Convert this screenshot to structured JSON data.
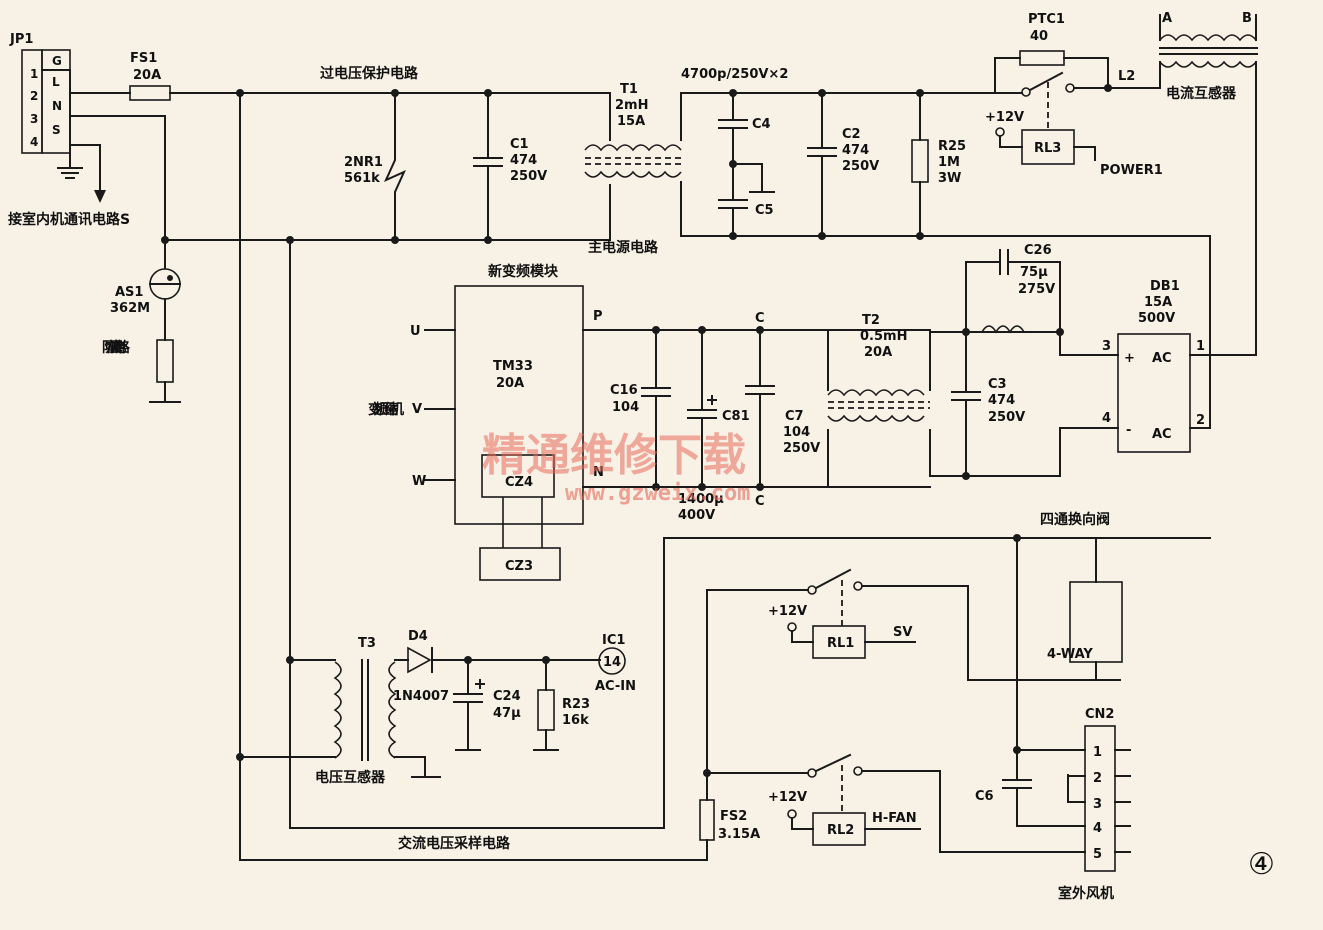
{
  "connector": {
    "ref": "JP1",
    "pins": [
      "1",
      "2",
      "3",
      "4"
    ],
    "pin_names": [
      "G",
      "L",
      "N",
      "S"
    ]
  },
  "fuse1": {
    "ref": "FS1",
    "value": "20A"
  },
  "section_labels": {
    "overvoltage": "过电压保护电路",
    "indoor_comm": "接室内机通讯电路S",
    "main_power": "主电源电路",
    "lightning": "防雷击电路",
    "new_module": "新变频模块",
    "compressor": "变频压缩机",
    "voltage_transformer": "电压互感器",
    "ac_sampling": "交流电压采样电路",
    "current_transformer": "电流互感器",
    "four_way_valve": "四通换向阀",
    "outdoor_fan": "室外风机"
  },
  "components": {
    "nr1": {
      "ref": "2NR1",
      "value": "561k"
    },
    "c1": {
      "ref": "C1",
      "v1": "474",
      "v2": "250V"
    },
    "t1": {
      "ref": "T1",
      "v1": "2mH",
      "v2": "15A"
    },
    "cap_pair": "4700p/250V×2",
    "c4": "C4",
    "c5": "C5",
    "c2": {
      "ref": "C2",
      "v1": "474",
      "v2": "250V"
    },
    "r25": {
      "ref": "R25",
      "v1": "1M",
      "v2": "3W"
    },
    "ptc1": {
      "ref": "PTC1",
      "value": "40"
    },
    "l2": "L2",
    "ct_a": "A",
    "ct_b": "B",
    "plus12_rl3": "+12V",
    "rl3": "RL3",
    "power1": "POWER1",
    "as1": {
      "ref": "AS1",
      "value": "362M"
    },
    "tm33": {
      "ref": "TM33",
      "value": "20A"
    },
    "u": "U",
    "v": "V",
    "w": "W",
    "p": "P",
    "n": "N",
    "cz4": "CZ4",
    "cz3": "CZ3",
    "c16": {
      "ref": "C16",
      "value": "104"
    },
    "c81": {
      "ref": "C81",
      "value": "1400μ",
      "v2": "400V"
    },
    "c7": {
      "ref": "C7",
      "v1": "104",
      "v2": "250V"
    },
    "node_c_top": "C",
    "node_c_bottom": "C",
    "t2": {
      "ref": "T2",
      "v1": "0.5mH",
      "v2": "20A"
    },
    "c26": {
      "ref": "C26",
      "v1": "75μ",
      "v2": "275V"
    },
    "c3": {
      "ref": "C3",
      "v1": "474",
      "v2": "250V"
    },
    "db1": {
      "ref": "DB1",
      "v1": "15A",
      "v2": "500V",
      "plus": "+",
      "minus": "-",
      "ac": "AC",
      "p1": "1",
      "p2": "2",
      "p3": "3",
      "p4": "4"
    },
    "t3": "T3",
    "d4": {
      "ref": "D4",
      "value": "1N4007"
    },
    "c24": {
      "ref": "C24",
      "value": "47μ"
    },
    "r23": {
      "ref": "R23",
      "value": "16k"
    },
    "ic1": {
      "ref": "IC1",
      "pin": "14",
      "label": "AC-IN"
    },
    "rl1": "RL1",
    "sv": "SV",
    "plus12_rl1": "+12V",
    "rl2": "RL2",
    "hfan": "H-FAN",
    "plus12_rl2": "+12V",
    "way4": "4-WAY",
    "cn2": {
      "ref": "CN2",
      "pins": [
        "1",
        "2",
        "3",
        "4",
        "5"
      ]
    },
    "c6": "C6",
    "fs2": {
      "ref": "FS2",
      "value": "3.15A"
    }
  },
  "figure_number": "④",
  "watermark": {
    "text": "精通维修下载",
    "url": "www.gzweix.com"
  }
}
